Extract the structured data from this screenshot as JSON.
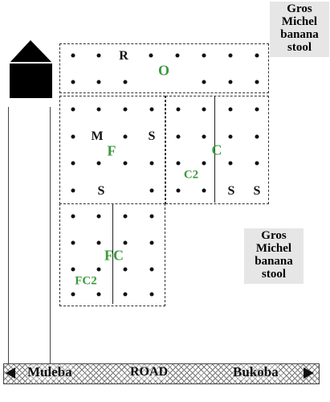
{
  "stool_label_top": [
    "Gros",
    "Michel",
    "banana",
    "stool"
  ],
  "stool_label_bottom": [
    "Gros",
    "Michel",
    "banana",
    "stool"
  ],
  "house_icon": "house-arrow-icon",
  "plots": {
    "O": {
      "code": "O",
      "marks": [
        "R"
      ]
    },
    "F": {
      "code": "F",
      "marks": [
        "M",
        "S",
        "S"
      ]
    },
    "C": {
      "code": "C",
      "sub": "C2",
      "marks": [
        "S",
        "S"
      ]
    },
    "FC": {
      "code": "FC",
      "sub": "FC2"
    }
  },
  "road": {
    "left": "Muleba",
    "center": "ROAD",
    "right": "Bukoba"
  },
  "colors": {
    "plot_code": "#3a9a3a",
    "label_bg": "#e6e6e6"
  }
}
